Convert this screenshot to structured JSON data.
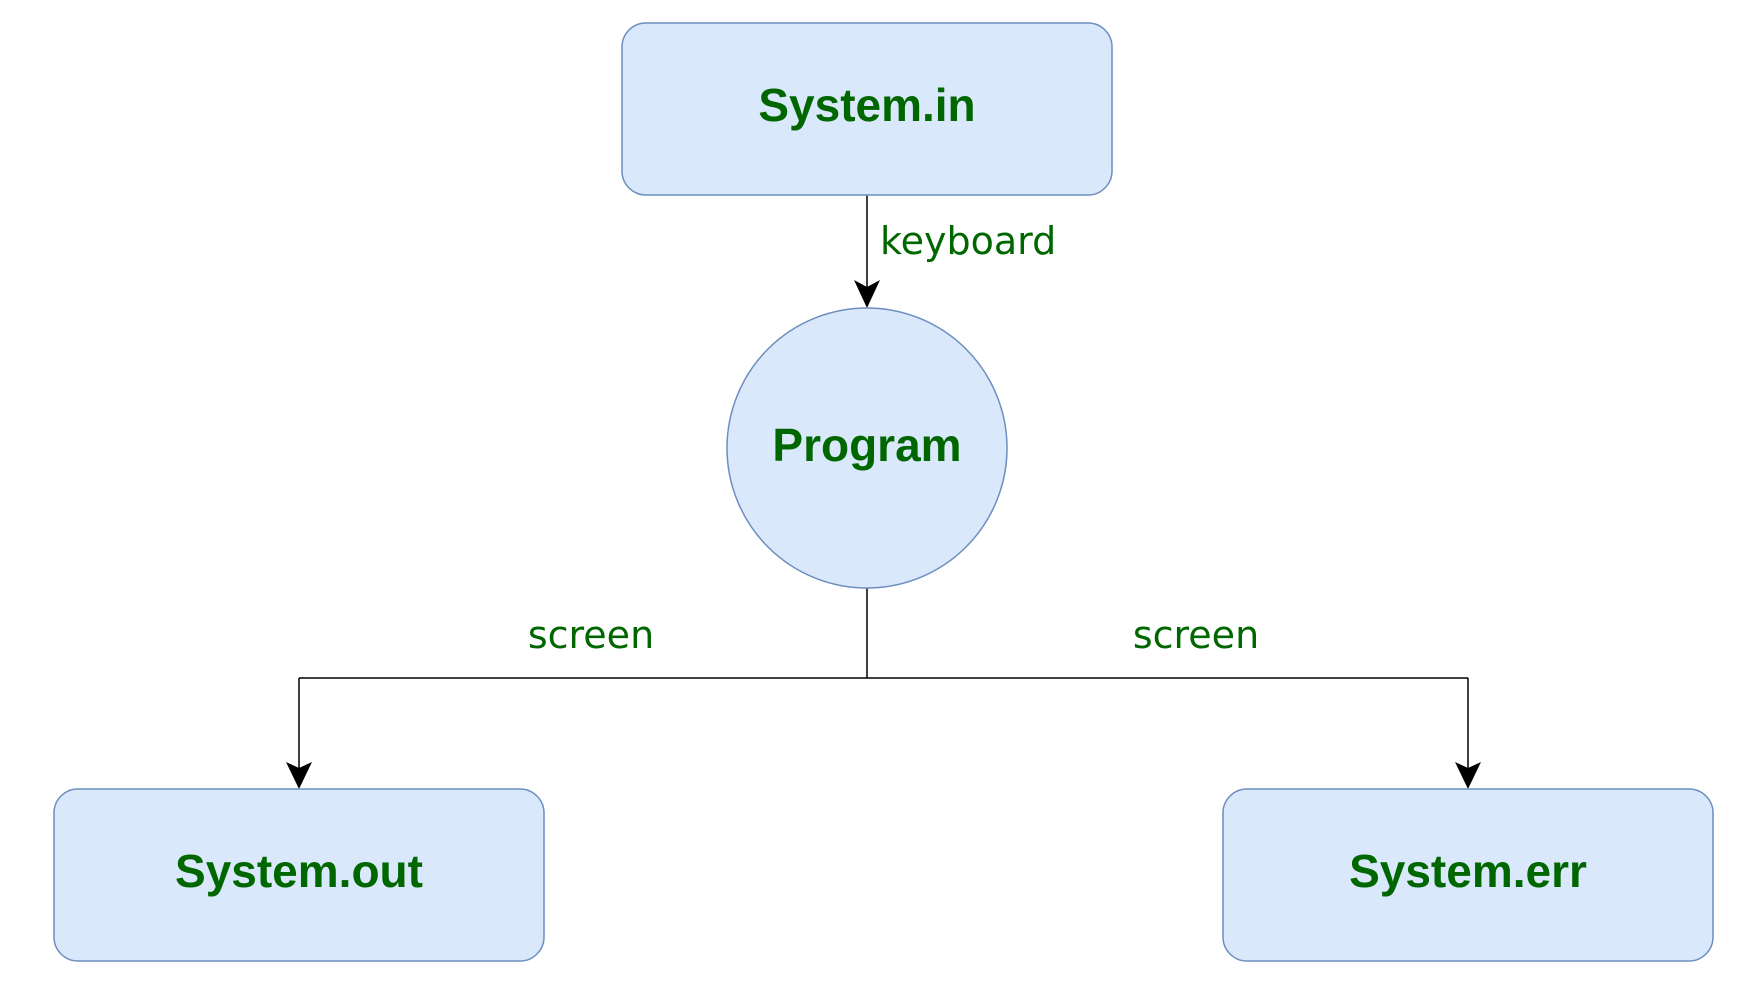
{
  "nodes": {
    "system_in": "System.in",
    "program": "Program",
    "system_out": "System.out",
    "system_err": "System.err"
  },
  "edges": {
    "in_to_program": "keyboard",
    "program_to_out": "screen",
    "program_to_err": "screen"
  },
  "colors": {
    "node_fill": "#dae8fc",
    "node_stroke": "#6c8ebf",
    "text": "#006600",
    "edge": "#000000"
  }
}
